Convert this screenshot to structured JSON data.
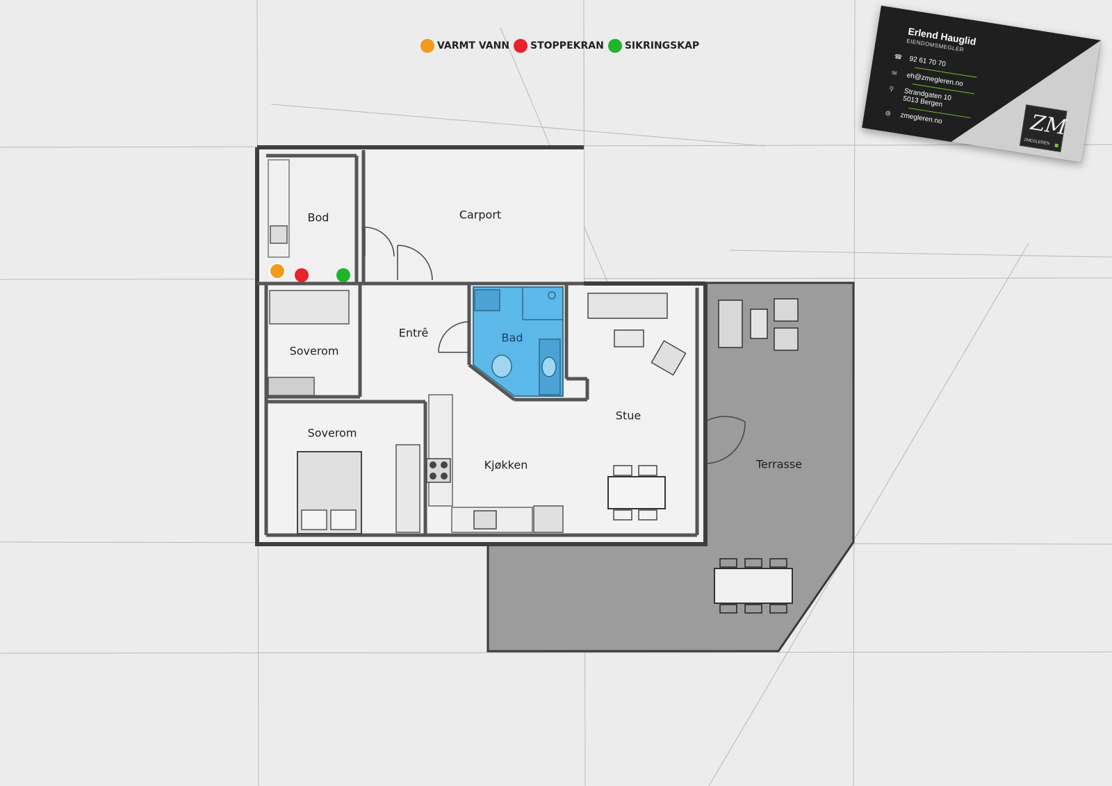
{
  "legend": [
    {
      "label": "VARMT VANN",
      "color": "#f39a1a"
    },
    {
      "label": "STOPPEKRAN",
      "color": "#e8222d"
    },
    {
      "label": "SIKRINGSKAP",
      "color": "#1fb52a"
    }
  ],
  "rooms": {
    "bod": "Bod",
    "carport": "Carport",
    "entre": "Entrê",
    "bad": "Bad",
    "soverom_small": "Soverom",
    "soverom_large": "Soverom",
    "kjokken": "Kjøkken",
    "stue": "Stue",
    "terrasse": "Terrasse"
  },
  "colors": {
    "background": "#ececec",
    "wall": "#4a4a4a",
    "bad_fill": "#5bb8e8",
    "terrace_fill": "#9c9c9c"
  },
  "card": {
    "name": "Erlend Hauglid",
    "title": "EIENDOMSMEGLER",
    "phone": "92 61 70 70",
    "email": "eh@zmegleren.no",
    "address_line1": "Strandgaten 10",
    "address_line2": "5013 Bergen",
    "web": "zmegleren.no",
    "logo_text": "ZMEGLEREN",
    "accent": "#7bbf2a"
  }
}
